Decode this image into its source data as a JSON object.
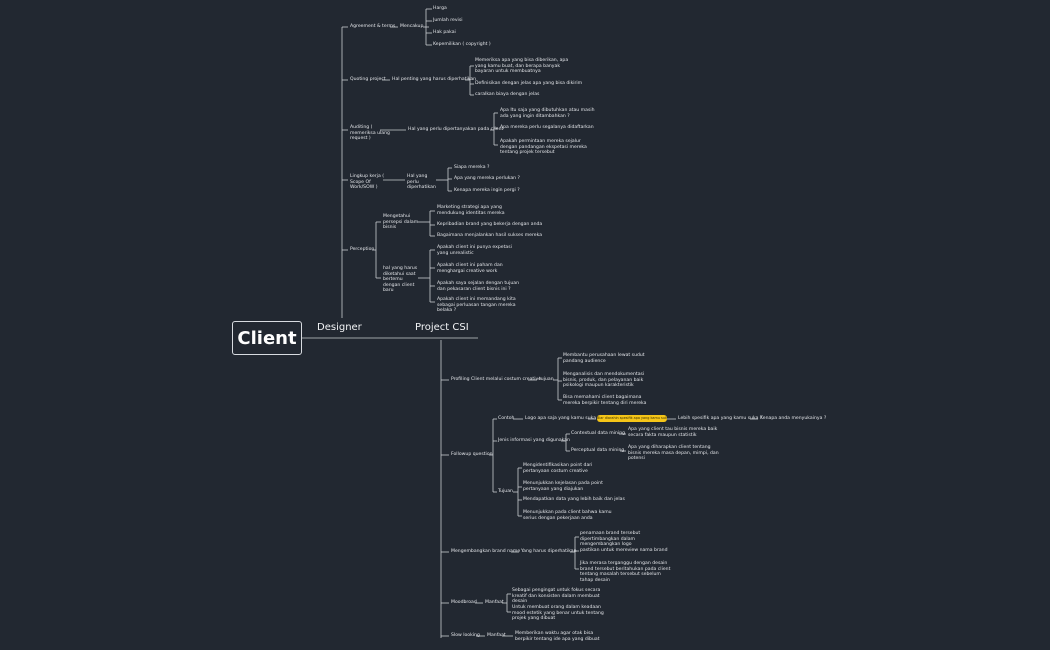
{
  "root": "Client",
  "designer": {
    "label": "Designer",
    "agreement": {
      "label": "Agreement & terms",
      "sub": "Mencakup",
      "items": [
        "Harga",
        "Jumlah revisi",
        "Hak pakai",
        "Kepemilikan ( copyright )"
      ]
    },
    "quoting": {
      "label": "Quoting project",
      "sub": "Hal penting yang harus diperhatikan",
      "items": [
        "Memeriksa apa yang bisa diberikan, apa yang kamu buat, dan berapa banyak bayaran untuk membuatnya",
        "Definisikan dengan jelas apa yang bisa dikirim",
        "caralkan biaya dengan jelas"
      ]
    },
    "auditing": {
      "label": "Auditing ( memeriksa ulang request )",
      "sub": "Hal yang perlu dipertanyakan pada client",
      "items": [
        "Apa Itu saja yang dibutuhkan atau masih ada yang ingin ditambahkan ?",
        "Apa mereka perlu segalanya didaftarkan",
        "Apakah permintaan mereka sejalur dengan pandangan ekspetasi mereka tentang projek tersebut"
      ]
    },
    "scope": {
      "label": "Lingkup kerja ( Scope Of Work/SOW )",
      "sub": "Hal yang perlu diperhatikan",
      "items": [
        "Siapa mereka ?",
        "Apa yang mereka perlukan ?",
        "Kenapa mereka ingin pergi ?"
      ]
    },
    "perception": {
      "label": "Perception",
      "a": {
        "label": "Mengetahui persepsi dalam bisnis",
        "items": [
          "Marketing strategi apa yang mendukung identitas mereka",
          "Kepribadian brand yang bekerja dengan anda",
          "Bagaimana menjalankan hasil sukses mereka"
        ]
      },
      "b": {
        "label": "hal yang harus diketahui saat bertemu dengan client baru",
        "items": [
          "Apakah client ini punya expetasi yang unrealistic",
          "Apakah client ini paham dan menghargai creative work",
          "Apakah saya sejalan dengan tujuan dan pekasaran client bisnis ini ?",
          "Apakah client ini memandang kita sebagai perluasan tangan mereka belaka ?"
        ]
      }
    }
  },
  "csi": {
    "label": "Project CSI",
    "profiling": {
      "label": "Profiling Client melalui costum creative",
      "sub": "tujuan",
      "items": [
        "Membantu perusahaan lewat sudut pandang audience",
        "Menganalisis dan mendokumentasi bisnis, produk, dan pelayanan baik psikologi maupun karakteristik",
        "Bisa memahami client bagaimana mereka berpikir tentang diri mereka"
      ]
    },
    "followup": {
      "label": "Followup question",
      "contoh": {
        "label": "Contoh",
        "q1": "Logo apa saja yang kamu suka ?",
        "highlight": "Biar diarahin spesifik apa yang kamu suka ? Lebih baik ?",
        "q2": "Lebih spesifik apa yang kamu suka ?",
        "q3": "Kenapa anda menyukainya ?"
      },
      "jenis": {
        "label": "Jenis informasi yang digunakan",
        "a": "Contextual data mining",
        "a_detail": "Apa yang client tau bisnis mereka baik secara fakta maupun statistik",
        "b": "Perceptual data mining",
        "b_detail": "Apa yang diharapkan client tentang bisnis mereka masa depan, mimpi, dan potensi"
      },
      "tujuan": {
        "label": "Tujuan",
        "items": [
          "Mengidentifikasikan point dari pertanyaan costum creative",
          "Menunjukkan kejelasan pada point pertanyaan yang diajukan",
          "Mendapatkan data yang lebih baik dan jelas",
          "Menunjukkan pada client bahwa kamu serius dengan pekerjaan anda"
        ]
      }
    },
    "brand": {
      "label": "Mengembangkan brand name",
      "sub": "Yang harus diperhatikan",
      "items": [
        "penamaan brand tersebut dipertimbangkan dalam mengembangkan logo",
        "pastikan untuk mereview nama brand",
        "Jika merasa terganggu dengan desain brand tersebut beritahukan pada client tentang masalah tersebut sebelum tahap desain"
      ]
    },
    "moodboard": {
      "label": "Moodbroad",
      "sub": "Manfaat",
      "items": [
        "Sebagai pengingat untuk fokus secara kreatif dan konsisten dalam membuat desain",
        "Untuk membuat orang dalam keadaan mood estetik yang benar untuk tentang projek yang dibuat"
      ]
    },
    "slow": {
      "label": "Slow looking",
      "sub": "Manfaat",
      "items": [
        "Memberikan waktu agar otak bisa berpikir tentang ide apa yang dibuat"
      ]
    }
  }
}
